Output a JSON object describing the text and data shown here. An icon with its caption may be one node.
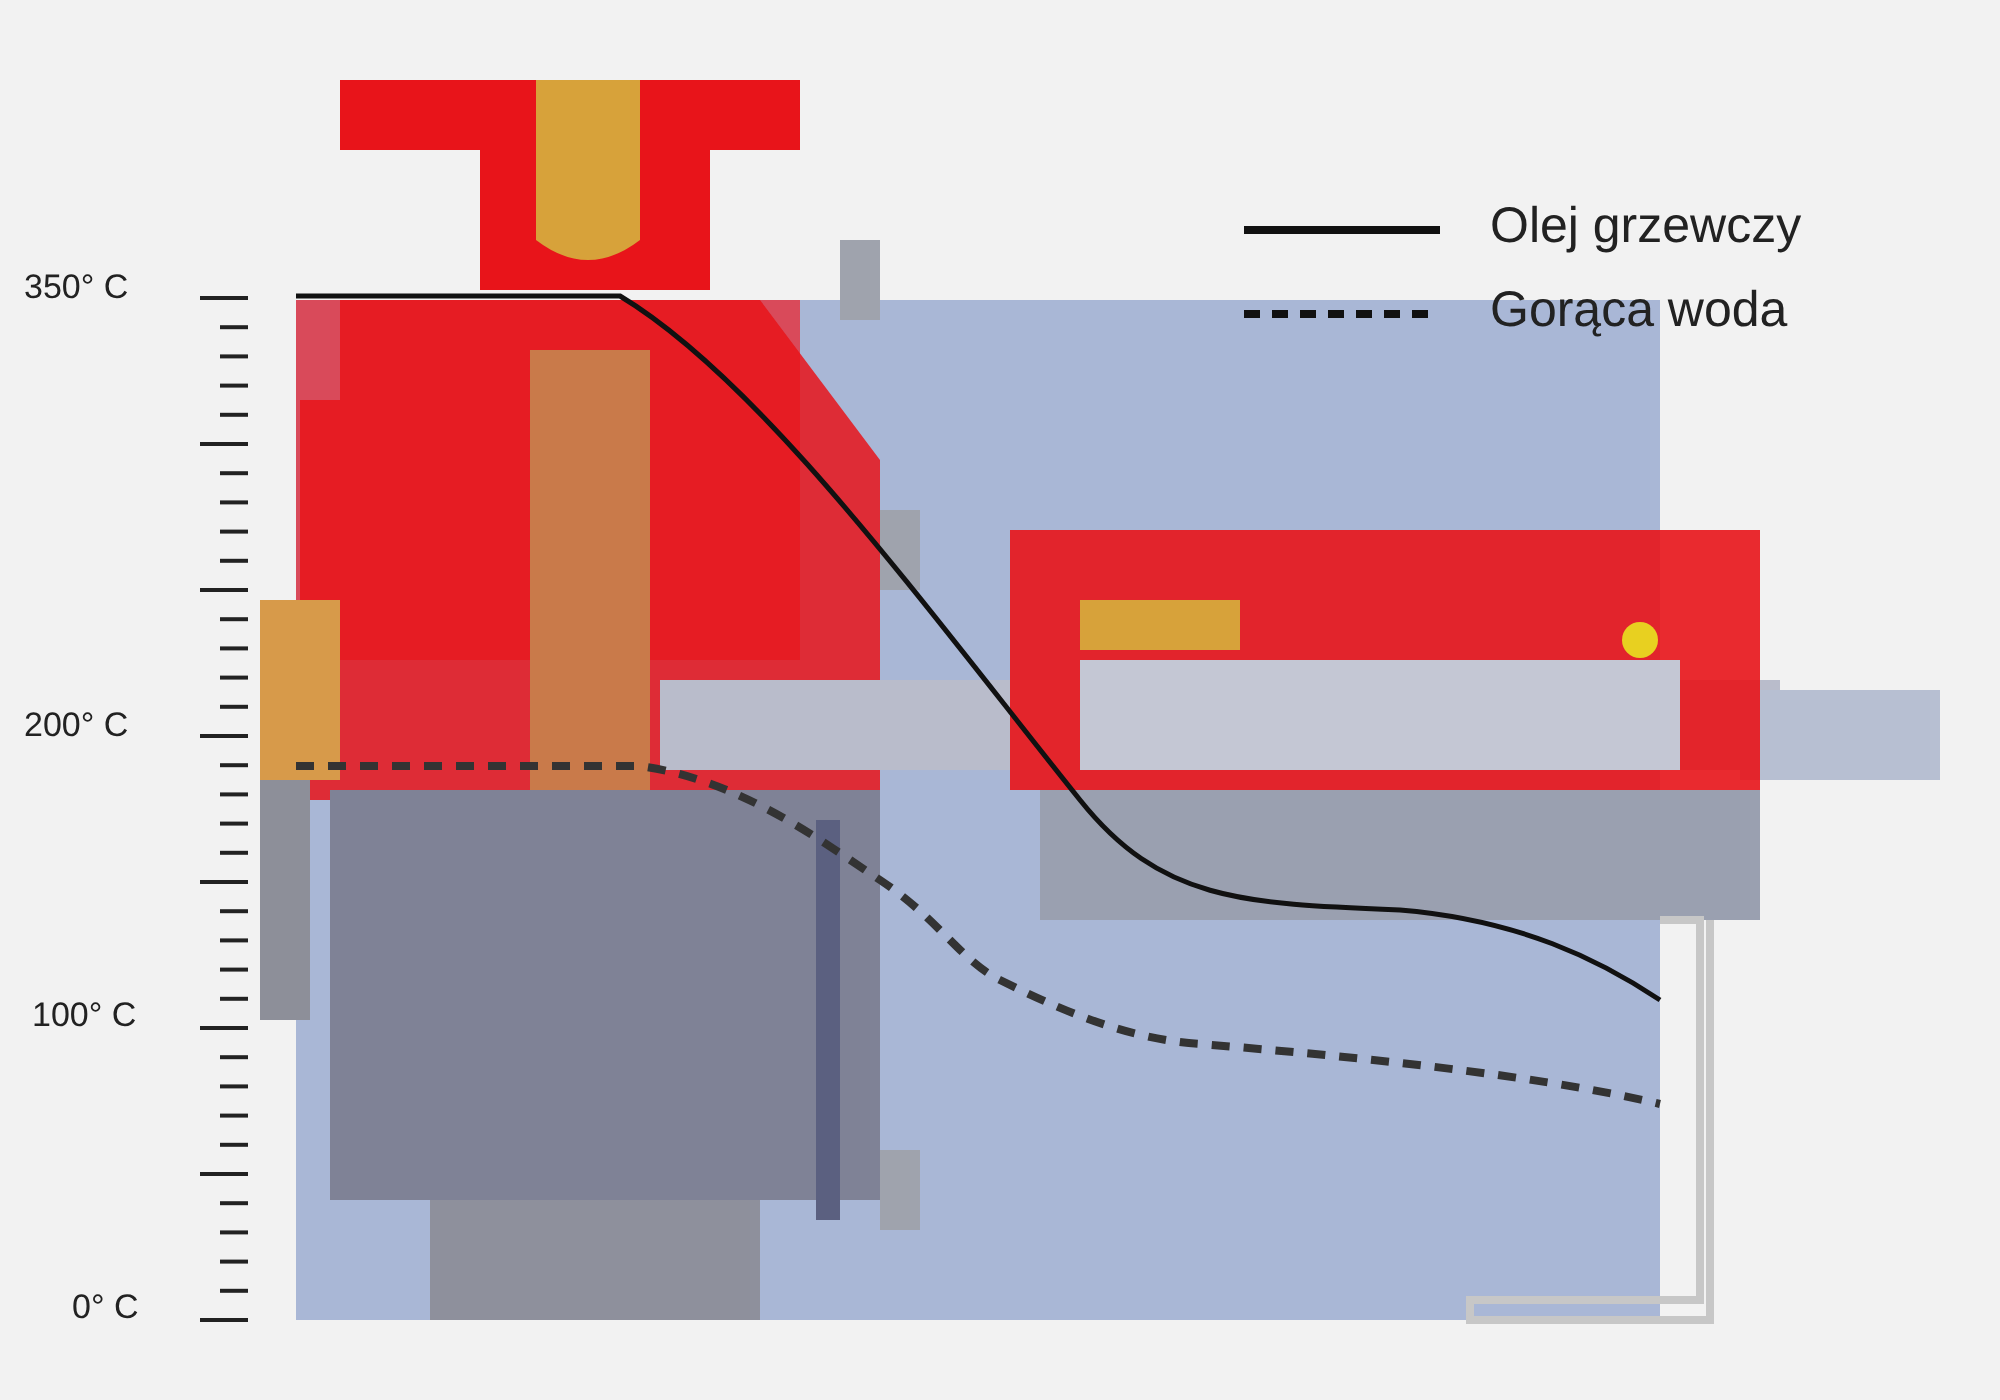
{
  "diagram": {
    "labels": [
      "350° C",
      "200° C",
      "100° C",
      "0° C"
    ],
    "legend": [
      {
        "text": "Olej grzewczy"
      },
      {
        "text": "Gorąca woda"
      }
    ]
  }
}
